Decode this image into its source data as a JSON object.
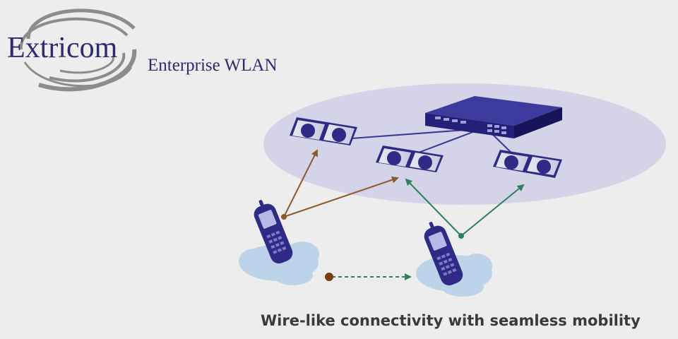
{
  "logo": {
    "brand": "Extricom",
    "tagline": "Enterprise WLAN"
  },
  "caption": "Wire-like connectivity with seamless mobility",
  "colors": {
    "brand_text": "#2e2a6e",
    "coverage_zone": "#d4d3e8",
    "device_blue": "#2f2a86",
    "arrow_brown": "#8a5a2e",
    "arrow_green": "#2f7e5c",
    "cloud": "#bcd3ea",
    "caption_text": "#3a3a3a"
  },
  "diagram": {
    "nodes": [
      {
        "id": "switch",
        "type": "network-switch"
      },
      {
        "id": "ap-1",
        "type": "access-point"
      },
      {
        "id": "ap-2",
        "type": "access-point"
      },
      {
        "id": "ap-3",
        "type": "access-point"
      },
      {
        "id": "phone-1",
        "type": "mobile-handset"
      },
      {
        "id": "phone-2",
        "type": "mobile-handset"
      }
    ],
    "links": [
      {
        "from": "switch",
        "to": "ap-1",
        "style": "wired"
      },
      {
        "from": "switch",
        "to": "ap-2",
        "style": "wired"
      },
      {
        "from": "switch",
        "to": "ap-3",
        "style": "wired"
      },
      {
        "from": "phone-1",
        "to": "ap-1",
        "style": "wireless",
        "color": "brown"
      },
      {
        "from": "phone-1",
        "to": "ap-2",
        "style": "wireless",
        "color": "brown"
      },
      {
        "from": "phone-2",
        "to": "ap-2",
        "style": "wireless",
        "color": "green"
      },
      {
        "from": "phone-2",
        "to": "ap-3",
        "style": "wireless",
        "color": "green"
      },
      {
        "from": "phone-1",
        "to": "phone-2",
        "style": "roaming",
        "color": "green"
      }
    ]
  }
}
